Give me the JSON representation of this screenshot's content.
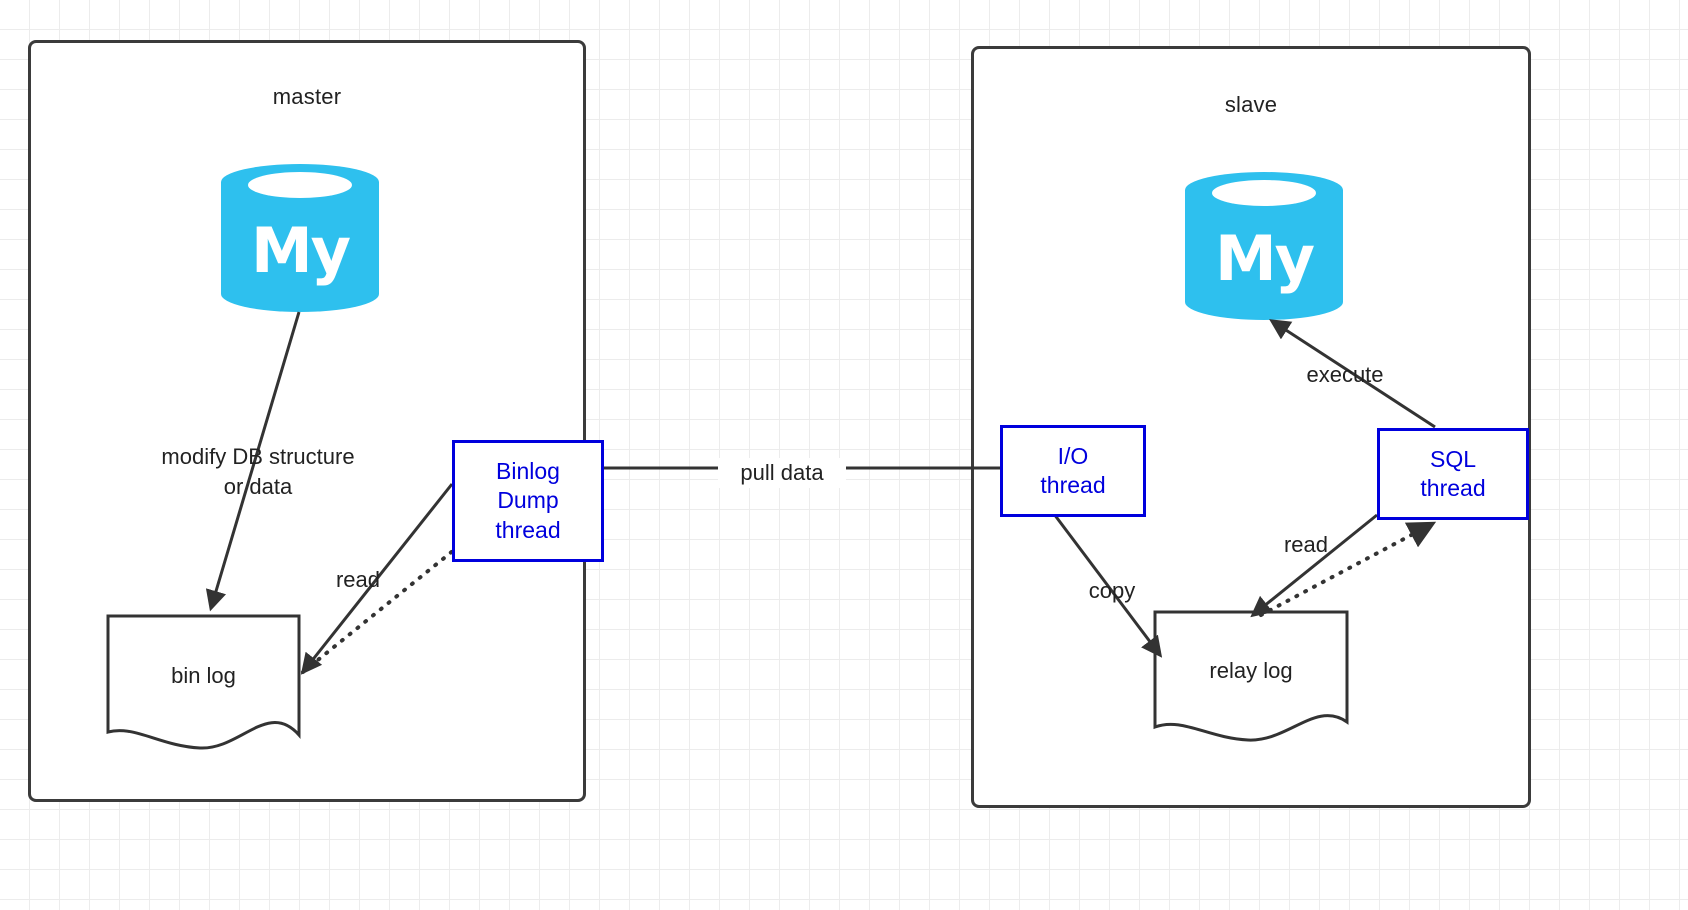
{
  "diagram": {
    "title": "MySQL master-slave replication",
    "colors": {
      "thread_box_border": "#0000dd",
      "thread_box_text": "#0000dd",
      "container_border": "#3b3b3b",
      "mysql_logo": "#2ec0ee",
      "arrow": "#333333",
      "grid": "#ececec",
      "text": "#222222"
    }
  },
  "master": {
    "title": "master",
    "mysql_logo_text": "My",
    "thread_box": {
      "label": "Binlog\nDump\nthread"
    },
    "log_doc": {
      "label": "bin log"
    },
    "labels": {
      "modify": "modify DB structure\nor data",
      "read": "read"
    }
  },
  "slave": {
    "title": "slave",
    "mysql_logo_text": "My",
    "io_thread_box": {
      "label": "I/O\nthread"
    },
    "sql_thread_box": {
      "label": "SQL\nthread"
    },
    "log_doc": {
      "label": "relay log"
    },
    "labels": {
      "execute": "execute",
      "copy": "copy",
      "read": "read"
    }
  },
  "link": {
    "pull_data": "pull data"
  }
}
